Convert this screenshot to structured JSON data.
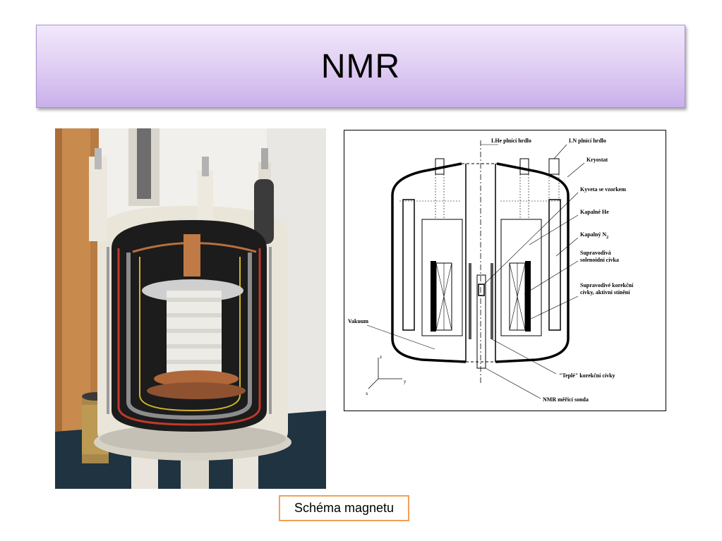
{
  "slide": {
    "title": "NMR",
    "caption": "Schéma magnetu"
  },
  "diagram": {
    "labels": {
      "lhe_neck": "LHe plnící hrdlo",
      "ln_neck": "LN plnící hrdlo",
      "cryostat": "Kryostat",
      "cuvette": "Kyveta se vzorkem",
      "liquid_he": "Kapalné He",
      "liquid_n2": "Kapalný N",
      "liquid_n2_sub": "2",
      "coil_line1": "Supravodivá",
      "coil_line2": "solenoidní cívka",
      "shim_line1": "Supravodivé korekční",
      "shim_line2": "cívky, aktivní stínění",
      "vacuum": "Vakuum",
      "warm_shims": "\"Teplé\" korekční cívky",
      "probe": "NMR měřicí sonda",
      "axis_z": "z",
      "axis_y": "y",
      "axis_x": "x"
    }
  },
  "colors": {
    "title_gradient_top": "#f1e8fb",
    "title_gradient_bottom": "#c9b0ea",
    "caption_border": "#f0a15a"
  }
}
